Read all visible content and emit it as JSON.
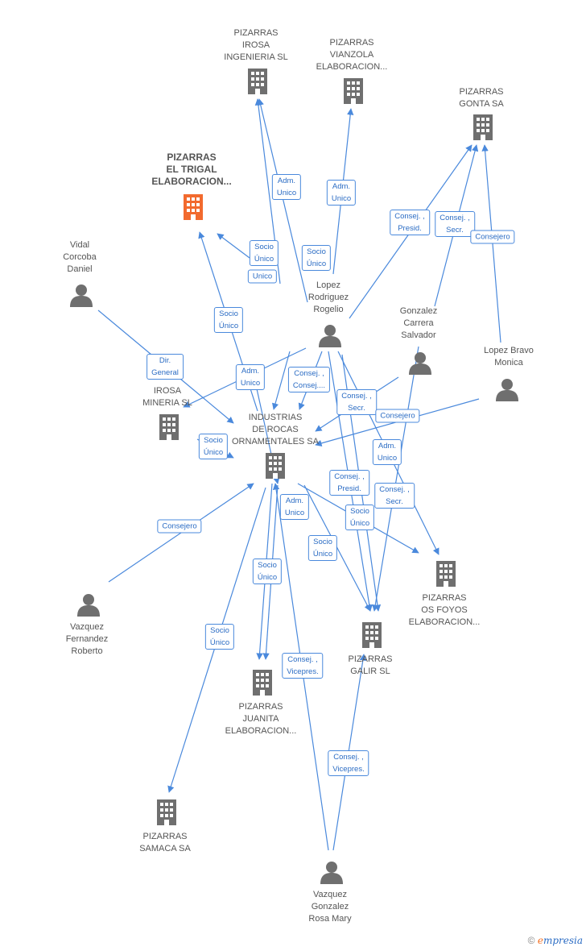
{
  "colors": {
    "edge": "#4a89dc",
    "icon": "#6f6f6f",
    "highlight": "#f26a2e"
  },
  "nodes": [
    {
      "id": "irosa_ing",
      "kind": "company",
      "label": "PIZARRAS\nIROSA\nINGENIERIA  SL"
    },
    {
      "id": "vianzola",
      "kind": "company",
      "label": "PIZARRAS\nVIANZOLA\nELABORACION..."
    },
    {
      "id": "gonta",
      "kind": "company",
      "label": "PIZARRAS\nGONTA SA"
    },
    {
      "id": "trigal",
      "kind": "company",
      "highlight": true,
      "label": "PIZARRAS\nEL TRIGAL\nELABORACION..."
    },
    {
      "id": "vidal",
      "kind": "person",
      "label": "Vidal\nCorcoba\nDaniel"
    },
    {
      "id": "lopez_rod",
      "kind": "person",
      "label": "Lopez\nRodriguez\nRogelio"
    },
    {
      "id": "gonzalez",
      "kind": "person",
      "label": "Gonzalez\nCarrera\nSalvador"
    },
    {
      "id": "lopez_bravo",
      "kind": "person",
      "label": "Lopez Bravo\nMonica"
    },
    {
      "id": "irosa_min",
      "kind": "company",
      "label": "IROSA\nMINERIA  SL"
    },
    {
      "id": "industrias",
      "kind": "company",
      "label": "INDUSTRIAS\nDE ROCAS\nORNAMENTALES SA"
    },
    {
      "id": "os_foyos",
      "kind": "company",
      "label": "PIZARRAS\nOS FOYOS\nELABORACION..."
    },
    {
      "id": "vazquez_fer",
      "kind": "person",
      "label": "Vazquez\nFernandez\nRoberto"
    },
    {
      "id": "galir",
      "kind": "company",
      "label": "PIZARRAS\nGALIR SL"
    },
    {
      "id": "juanita",
      "kind": "company",
      "label": "PIZARRAS\nJUANITA\nELABORACION..."
    },
    {
      "id": "samaca",
      "kind": "company",
      "label": "PIZARRAS\nSAMACA SA"
    },
    {
      "id": "vazquez_gon",
      "kind": "person",
      "label": "Vazquez\nGonzalez\nRosa Mary"
    }
  ],
  "edge_labels": [
    "Adm.\nUnico",
    "Adm.\nUnico",
    "Consej. ,\nPresid.",
    "Consej. ,\nSecr.",
    "Consejero",
    "Socio\nÚnico",
    "Unico",
    "Socio\nÚnico",
    "Socio\nÚnico",
    "Dir.\nGeneral",
    "Adm.\nUnico",
    "Consej. ,\nConsej....",
    "Consej. ,\nSecr.",
    "Consejero",
    "Socio\nÚnico",
    "Adm.\nUnico",
    "Consej. ,\nPresid.",
    "Consej. ,\nSecr.",
    "Adm.\nUnico",
    "Socio\nÚnico",
    "Consejero",
    "Socio\nÚnico",
    "Socio\nÚnico",
    "Socio\nÚnico",
    "Consej. ,\nVicepres.",
    "Consej. ,\nVicepres."
  ],
  "footer": {
    "copyright": "©",
    "brand_e": "e",
    "brand_rest": "mpresia"
  }
}
